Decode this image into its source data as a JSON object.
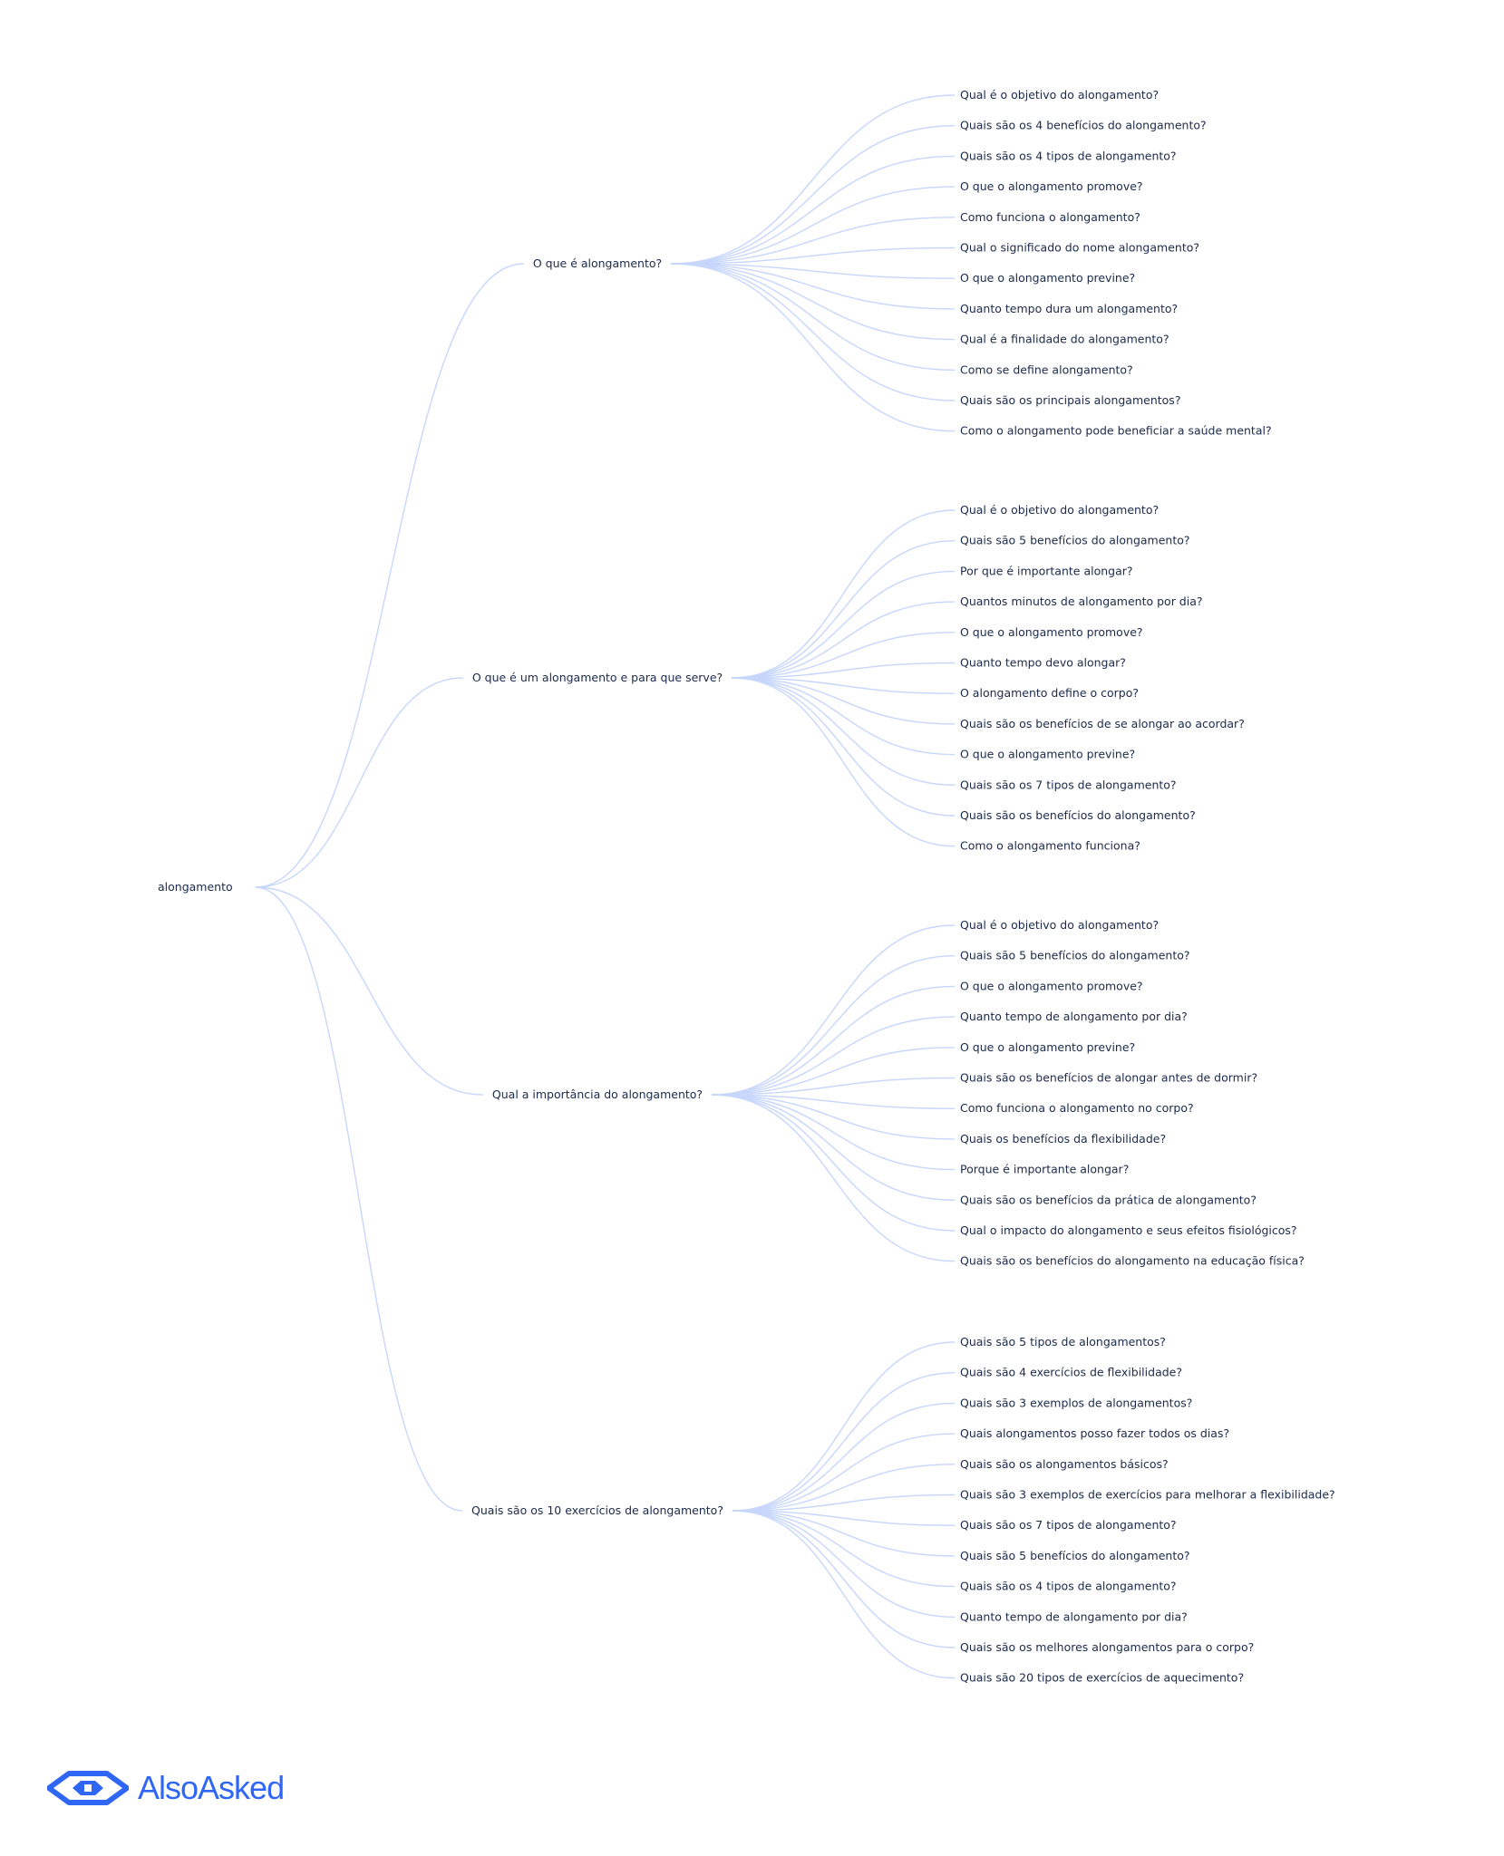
{
  "root": "alongamento",
  "branches": [
    {
      "label": "O que é alongamento?",
      "questions": [
        "Qual é o objetivo do alongamento?",
        "Quais são os 4 benefícios do alongamento?",
        "Quais são os 4 tipos de alongamento?",
        "O que o alongamento promove?",
        "Como funciona o alongamento?",
        "Qual o significado do nome alongamento?",
        "O que o alongamento previne?",
        "Quanto tempo dura um alongamento?",
        "Qual é a finalidade do alongamento?",
        "Como se define alongamento?",
        "Quais são os principais alongamentos?",
        "Como o alongamento pode beneficiar a saúde mental?"
      ]
    },
    {
      "label": "O que é um alongamento e para que serve?",
      "questions": [
        "Qual é o objetivo do alongamento?",
        "Quais são 5 benefícios do alongamento?",
        "Por que é importante alongar?",
        "Quantos minutos de alongamento por dia?",
        "O que o alongamento promove?",
        "Quanto tempo devo alongar?",
        "O alongamento define o corpo?",
        "Quais são os benefícios de se alongar ao acordar?",
        "O que o alongamento previne?",
        "Quais são os 7 tipos de alongamento?",
        "Quais são os benefícios do alongamento?",
        "Como o alongamento funciona?"
      ]
    },
    {
      "label": "Qual a importância do alongamento?",
      "questions": [
        "Qual é o objetivo do alongamento?",
        "Quais são 5 benefícios do alongamento?",
        "O que o alongamento promove?",
        "Quanto tempo de alongamento por dia?",
        "O que o alongamento previne?",
        "Quais são os benefícios de alongar antes de dormir?",
        "Como funciona o alongamento no corpo?",
        "Quais os benefícios da flexibilidade?",
        "Porque é importante alongar?",
        "Quais são os benefícios da prática de alongamento?",
        "Qual o impacto do alongamento e seus efeitos fisiológicos?",
        "Quais são os benefícios do alongamento na educação física?"
      ]
    },
    {
      "label": "Quais são os 10 exercícios de alongamento?",
      "questions": [
        "Quais são 5 tipos de alongamentos?",
        "Quais são 4 exercícios de flexibilidade?",
        "Quais são 3 exemplos de alongamentos?",
        "Quais alongamentos posso fazer todos os dias?",
        "Quais são os alongamentos básicos?",
        "Quais são 3 exemplos de exercícios para melhorar a flexibilidade?",
        "Quais são os 7 tipos de alongamento?",
        "Quais são 5 benefícios do alongamento?",
        "Quais são os 4 tipos de alongamento?",
        "Quanto tempo de alongamento por dia?",
        "Quais são os melhores alongamentos para o corpo?",
        "Quais são 20 tipos de exercícios de aquecimento?"
      ]
    }
  ],
  "logo": {
    "brand": "AlsoAsked",
    "icon": "alsoasked-eye-icon",
    "color": "#2f66f5"
  },
  "colors": {
    "link": "#c7d6fb",
    "text": "#1b2a4a"
  }
}
